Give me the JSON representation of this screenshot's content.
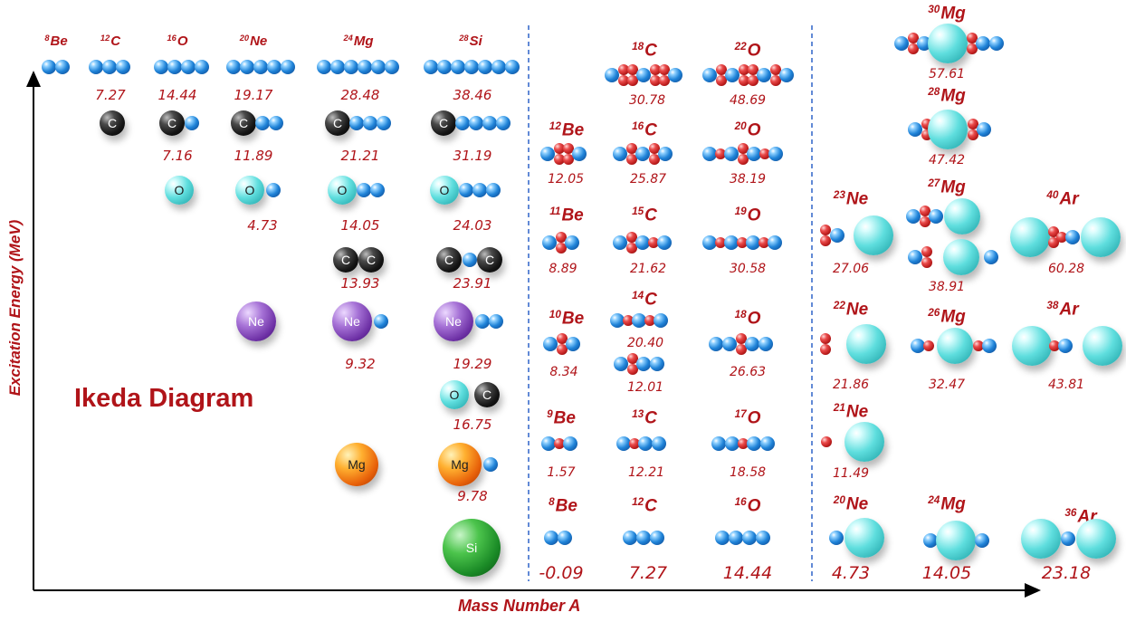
{
  "diagram_title": "Ikeda Diagram",
  "x_axis_label": "Mass Number A",
  "y_axis_label": "Excitation Energy (MeV)",
  "colors": {
    "label_red": "#b01419",
    "divider_blue": "#2e64c8",
    "alpha_blue": "#1f83d8",
    "neutron_red": "#bd1d1d",
    "oxygen_cyan": "#5fdede",
    "carbon_black": "#151515",
    "neon_purple": "#6c2fa4",
    "magnesium_orange": "#e8620a",
    "silicon_green": "#1a8a26"
  },
  "left": {
    "headers": [
      {
        "mass": "8",
        "el": "Be"
      },
      {
        "mass": "12",
        "el": "C"
      },
      {
        "mass": "16",
        "el": "O"
      },
      {
        "mass": "20",
        "el": "Ne"
      },
      {
        "mass": "24",
        "el": "Mg"
      },
      {
        "mass": "28",
        "el": "Si"
      }
    ],
    "energies": {
      "alpha_chain": [
        "7.27",
        "14.44",
        "19.17",
        "28.48",
        "38.46"
      ],
      "carbon_row": [
        "7.16",
        "11.89",
        "21.21",
        "31.19"
      ],
      "oxygen_row": [
        "4.73",
        "14.05",
        "24.03"
      ],
      "cc_row": [
        "13.93",
        "23.91"
      ],
      "neon_row": [
        "9.32",
        "19.29"
      ],
      "oc_row": [
        "16.75"
      ],
      "mg_row": [
        "9.78"
      ]
    },
    "cluster_labels": {
      "C": "C",
      "O": "O",
      "Ne": "Ne",
      "Mg": "Mg",
      "Si": "Si"
    }
  },
  "middle": {
    "columns": [
      {
        "el": "Be",
        "rows": [
          {
            "mass": "12",
            "energy": "12.05"
          },
          {
            "mass": "11",
            "energy": "8.89"
          },
          {
            "mass": "10",
            "energy": "8.34"
          },
          {
            "mass": "9",
            "energy": "1.57"
          },
          {
            "mass": "8",
            "energy": "-0.09"
          }
        ]
      },
      {
        "el": "C",
        "rows": [
          {
            "mass": "18",
            "energy": "30.78"
          },
          {
            "mass": "16",
            "energy": "25.87"
          },
          {
            "mass": "15",
            "energy": "21.62"
          },
          {
            "mass": "14",
            "energy": "20.40",
            "energy2": "12.01"
          },
          {
            "mass": "13",
            "energy": "12.21"
          },
          {
            "mass": "12",
            "energy": "7.27"
          }
        ]
      },
      {
        "el": "O",
        "rows": [
          {
            "mass": "22",
            "energy": "48.69"
          },
          {
            "mass": "20",
            "energy": "38.19"
          },
          {
            "mass": "19",
            "energy": "30.58"
          },
          {
            "mass": "18",
            "energy": "26.63"
          },
          {
            "mass": "17",
            "energy": "18.58"
          },
          {
            "mass": "16",
            "energy": "14.44"
          }
        ]
      }
    ]
  },
  "right": {
    "columns": [
      {
        "el": "Ne",
        "rows": [
          {
            "mass": "23",
            "energy": "27.06"
          },
          {
            "mass": "22",
            "energy": "21.86"
          },
          {
            "mass": "21",
            "energy": "11.49"
          },
          {
            "mass": "20",
            "energy": "4.73"
          }
        ]
      },
      {
        "el": "Mg",
        "rows": [
          {
            "mass": "30",
            "energy": "57.61"
          },
          {
            "mass": "28",
            "energy": "47.42"
          },
          {
            "mass": "27",
            "energy": "38.91"
          },
          {
            "mass": "26",
            "energy": "32.47"
          },
          {
            "mass": "24",
            "energy": "14.05"
          }
        ]
      },
      {
        "el": "Ar",
        "rows": [
          {
            "mass": "40",
            "energy": "60.28"
          },
          {
            "mass": "38",
            "energy": "43.81"
          },
          {
            "mass": "36",
            "energy": "23.18"
          }
        ]
      }
    ]
  }
}
